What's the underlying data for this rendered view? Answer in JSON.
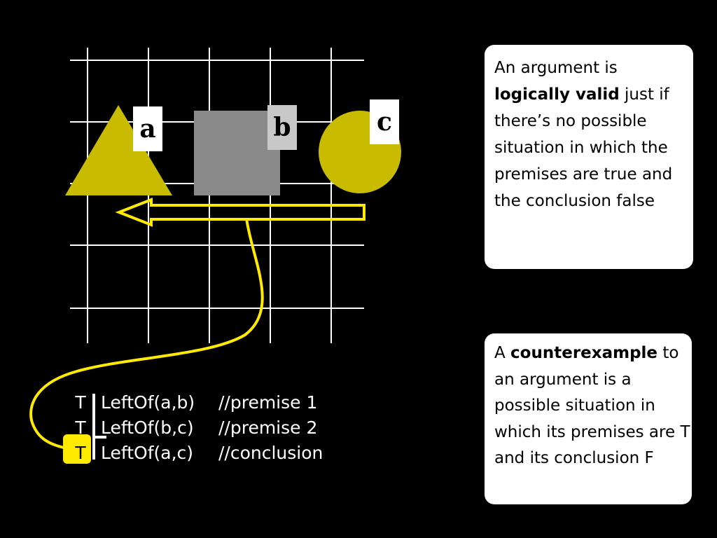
{
  "colors": {
    "background": "#000000",
    "grid": "#ffffff",
    "shape_yellow": "#c8bb00",
    "shape_gray": "#8a8a8a",
    "label_gray": "#c8c8c8",
    "arrow_yellow": "#ffea00"
  },
  "blocks": {
    "a": {
      "label": "a",
      "shape": "triangle",
      "color": "yellow"
    },
    "b": {
      "label": "b",
      "shape": "square",
      "color": "gray"
    },
    "c": {
      "label": "c",
      "shape": "circle",
      "color": "yellow"
    }
  },
  "truth_table": {
    "rows": [
      {
        "value": "T",
        "formula": "LeftOf(a,b)",
        "comment": "//premise 1"
      },
      {
        "value": "T",
        "formula": "LeftOf(b,c)",
        "comment": "//premise 2"
      },
      {
        "value": "T",
        "formula": "LeftOf(a,c)",
        "comment": "//conclusion"
      }
    ]
  },
  "definition": {
    "prefix": "An argument is",
    "bold": "logically valid",
    "suffix": "just if there’s no possible situation in which the premises are true and the conclusion false"
  },
  "counterexample": {
    "prefix": "A",
    "bold": "counterexample",
    "suffix": "to an argument is a possible situation in which its premises are T and its conclusion F"
  }
}
